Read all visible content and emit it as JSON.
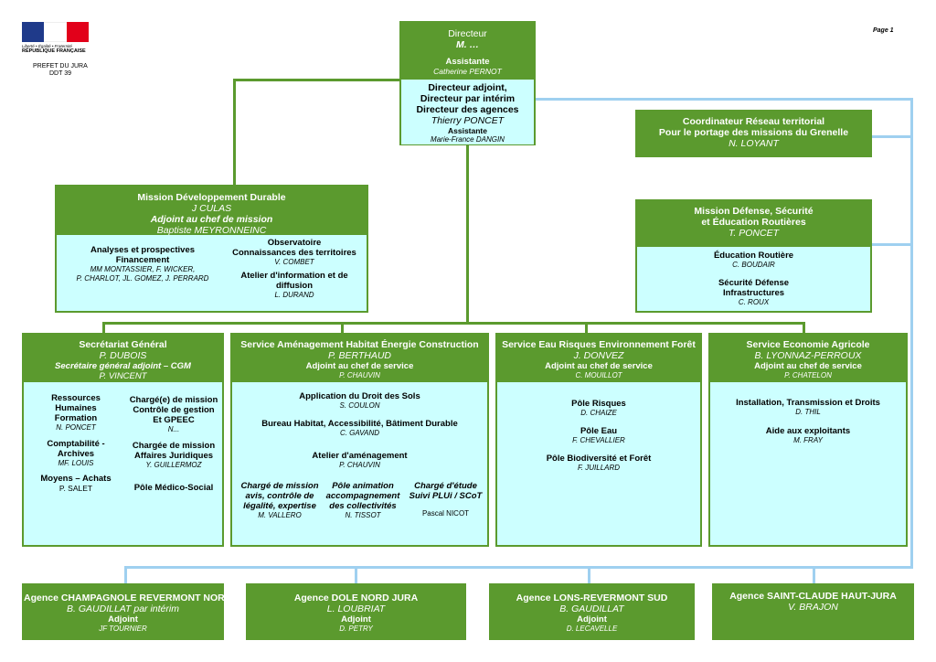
{
  "header": {
    "logo_motto": "Liberté • Égalité • Fraternité",
    "logo_republic": "RÉPUBLIQUE FRANÇAISE",
    "prefet": "PREFET DU JURA",
    "ddt": "DDT 39",
    "page": "Page 1"
  },
  "directeur": {
    "title": "Directeur",
    "name": "M. …",
    "assistante_label": "Assistante",
    "assistante_name": "Catherine PERNOT"
  },
  "adjoint": {
    "line1": "Directeur adjoint,",
    "line2": "Directeur par intérim",
    "line3": "Directeur des agences",
    "name": "Thierry PONCET",
    "assistante_label": "Assistante",
    "assistante_name": "Marie-France DANGIN"
  },
  "coordinateur": {
    "line1": "Coordinateur Réseau territorial",
    "line2": "Pour le portage des missions du Grenelle",
    "name": "N. LOYANT"
  },
  "mdd": {
    "title": "Mission Développement Durable",
    "name": "J CULAS",
    "adjoint_label": "Adjoint au chef de mission",
    "adjoint_name": "Baptiste MEYRONNEINC",
    "left_l1": "Analyses et prospectives",
    "left_l2": "Financement",
    "left_n1": "MM MONTASSIER, F. WICKER,",
    "left_n2": "P. CHARLOT, JL. GOMEZ, J. PERRARD",
    "obs_l1": "Observatoire",
    "obs_l2": "Connaissances des territoires",
    "obs_name": "V. COMBET",
    "atelier_l1": "Atelier d'information et de",
    "atelier_l2": "diffusion",
    "atelier_name": "L. DURAND"
  },
  "mdse": {
    "line1": "Mission Défense, Sécurité",
    "line2": "et Éducation Routières",
    "name": "T. PONCET",
    "er_label": "Éducation Routière",
    "er_name": "C. BOUDAIR",
    "sd_l1": "Sécurité Défense",
    "sd_l2": "Infrastructures",
    "sd_name": "C. ROUX"
  },
  "sg": {
    "title": "Secrétariat Général",
    "name": "P. DUBOIS",
    "adj_label": "Secrétaire général adjoint – CGM",
    "adj_name": "P. VINCENT",
    "rh1": "Ressources",
    "rh2": "Humaines",
    "rh3": "Formation",
    "rh_name": "N. PONCET",
    "cm1": "Chargé(e) de mission",
    "cm2": "Contrôle de gestion",
    "cm3": "Et GPEEC",
    "cm_name": "N...",
    "ca1": "Comptabilité -",
    "ca2": "Archives",
    "ca_name": "MF. LOUIS",
    "aj1": "Chargée de mission",
    "aj2": "Affaires Juridiques",
    "aj_name": "Y. GUILLERMOZ",
    "ma1": "Moyens – Achats",
    "ma_name": "P. SALET",
    "pms": "Pôle Médico-Social"
  },
  "sahec": {
    "title": "Service Aménagement Habitat Énergie Construction",
    "name": "P. BERTHAUD",
    "adj_label": "Adjoint au chef de service",
    "adj_name": "P. CHAUVIN",
    "ads": "Application du Droit des Sols",
    "ads_name": "S. COULON",
    "bh": "Bureau Habitat, Accessibilité, Bâtiment Durable",
    "bh_name": "C. GAVAND",
    "at": "Atelier d'aménagement",
    "at_name": "P. CHAUVIN",
    "c1_l1": "Chargé de mission",
    "c1_l2": "avis, contrôle de",
    "c1_l3": "légalité, expertise",
    "c1_name": "M. VALLERO",
    "c2_l1": "Pôle animation",
    "c2_l2": "accompagnement",
    "c2_l3": "des collectivités",
    "c2_name": "N. TISSOT",
    "c3_l1": "Chargé d'étude",
    "c3_l2": "Suivi PLUi / SCoT",
    "c3_name": "Pascal NICOT"
  },
  "serf": {
    "title": "Service Eau Risques Environnement Forêt",
    "name": "J. DONVEZ",
    "adj_label": "Adjoint au chef de service",
    "adj_name": "C. MOUILLOT",
    "p1": "Pôle Risques",
    "p1_name": "D. CHAIZE",
    "p2": "Pôle Eau",
    "p2_name": "F. CHEVALLIER",
    "p3": "Pôle Biodiversité et Forêt",
    "p3_name": "F. JUILLARD"
  },
  "sea": {
    "title": "Service Economie Agricole",
    "name": "B. LYONNAZ-PERROUX",
    "adj_label": "Adjoint au chef de service",
    "adj_name": "P. CHATELON",
    "p1": "Installation, Transmission et Droits",
    "p1_name": "D. THIL",
    "p2": "Aide aux exploitants",
    "p2_name": "M. FRAY"
  },
  "agences": [
    {
      "title": "Agence CHAMPAGNOLE REVERMONT NORD",
      "name": "B. GAUDILLAT par intérim",
      "adj_label": "Adjoint",
      "adj_name": "JF TOURNIER"
    },
    {
      "title": "Agence DOLE NORD JURA",
      "name": "L. LOUBRIAT",
      "adj_label": "Adjoint",
      "adj_name": "D. PETRY"
    },
    {
      "title": "Agence LONS-REVERMONT SUD",
      "name": "B. GAUDILLAT",
      "adj_label": "Adjoint",
      "adj_name": "D. LECAVELLE"
    },
    {
      "title": "Agence SAINT-CLAUDE HAUT-JURA",
      "name": "V. BRAJON"
    }
  ]
}
